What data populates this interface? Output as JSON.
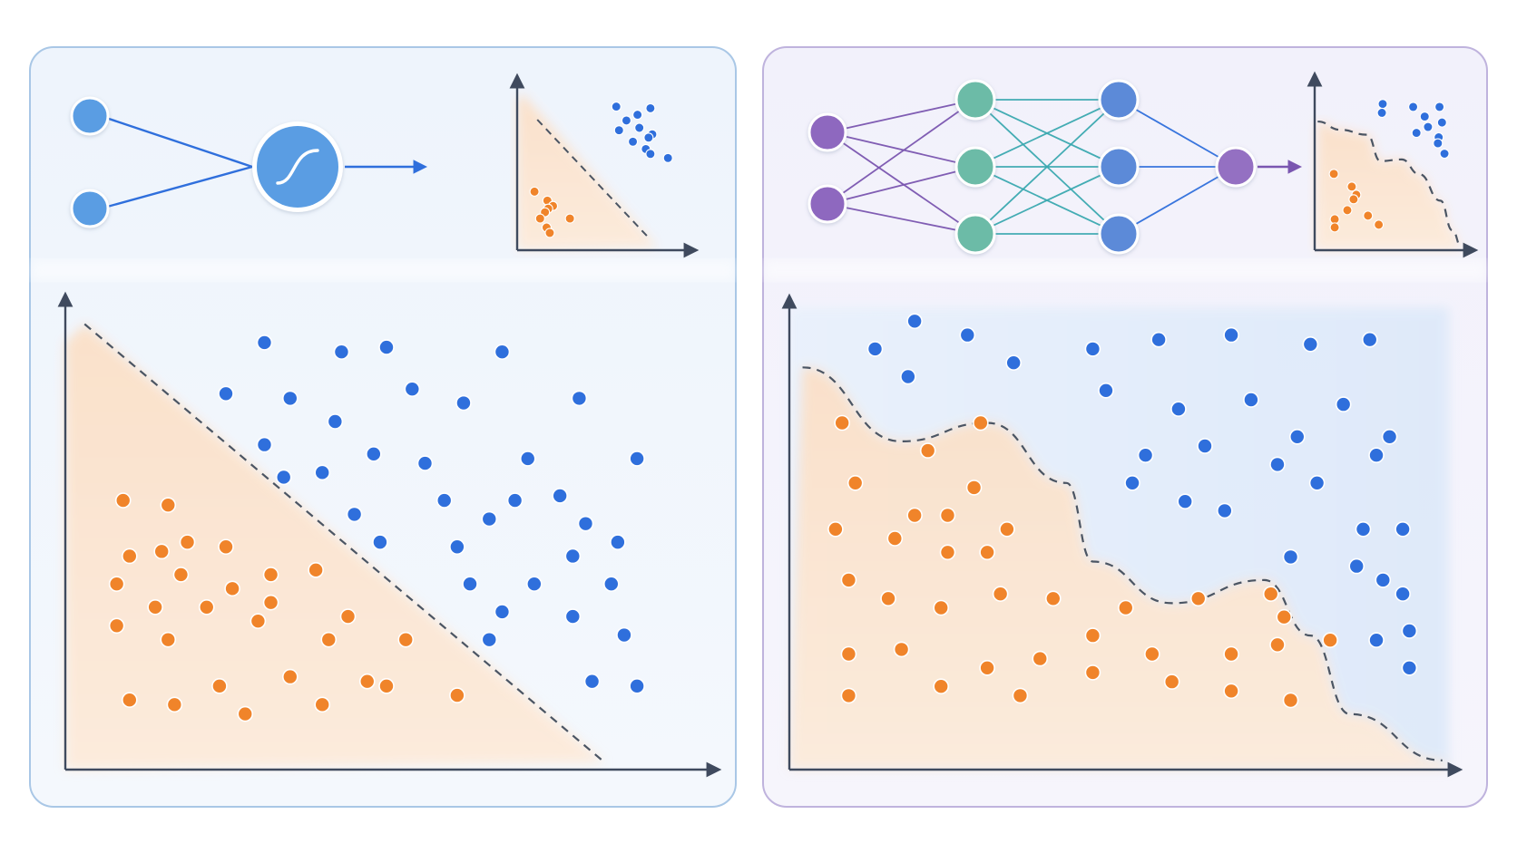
{
  "colors": {
    "class_a": "#2f6fdc",
    "class_b": "#f0842a",
    "boundary": "#4b5563",
    "axis": "#3f4a5e",
    "linear_panel_border": "#a9c7e6",
    "nonlinear_panel_border": "#bfb3dd",
    "linear_node": "#5a9de3",
    "input_node_purple": "#8e67bf",
    "hidden_node_green": "#6cbba7",
    "hidden_node_blue": "#5b8ad8",
    "output_node_purple": "#9470c2",
    "edge_blue": "#2f6fdc",
    "edge_purple": "#7a56b0",
    "edge_teal": "#3aa9b0"
  },
  "icons": {
    "activation": "sigmoid-curve-icon",
    "arrow": "arrow-right-icon"
  },
  "panels": [
    {
      "id": "linear",
      "network": {
        "layers": [
          2,
          1
        ]
      },
      "boundary": "linear",
      "class_a_points": [
        [
          0.31,
          0.92
        ],
        [
          0.43,
          0.9
        ],
        [
          0.5,
          0.91
        ],
        [
          0.68,
          0.9
        ],
        [
          0.25,
          0.81
        ],
        [
          0.35,
          0.8
        ],
        [
          0.54,
          0.82
        ],
        [
          0.62,
          0.79
        ],
        [
          0.8,
          0.8
        ],
        [
          0.42,
          0.75
        ],
        [
          0.31,
          0.7
        ],
        [
          0.48,
          0.68
        ],
        [
          0.56,
          0.66
        ],
        [
          0.72,
          0.67
        ],
        [
          0.89,
          0.67
        ],
        [
          0.34,
          0.63
        ],
        [
          0.4,
          0.64
        ],
        [
          0.59,
          0.58
        ],
        [
          0.7,
          0.58
        ],
        [
          0.77,
          0.59
        ],
        [
          0.45,
          0.55
        ],
        [
          0.66,
          0.54
        ],
        [
          0.81,
          0.53
        ],
        [
          0.86,
          0.49
        ],
        [
          0.49,
          0.49
        ],
        [
          0.61,
          0.48
        ],
        [
          0.79,
          0.46
        ],
        [
          0.63,
          0.4
        ],
        [
          0.73,
          0.4
        ],
        [
          0.85,
          0.4
        ],
        [
          0.68,
          0.34
        ],
        [
          0.79,
          0.33
        ],
        [
          0.66,
          0.28
        ],
        [
          0.87,
          0.29
        ],
        [
          0.82,
          0.19
        ],
        [
          0.89,
          0.18
        ]
      ],
      "class_b_points": [
        [
          0.09,
          0.58
        ],
        [
          0.16,
          0.57
        ],
        [
          0.19,
          0.49
        ],
        [
          0.25,
          0.48
        ],
        [
          0.1,
          0.46
        ],
        [
          0.15,
          0.47
        ],
        [
          0.32,
          0.42
        ],
        [
          0.08,
          0.4
        ],
        [
          0.18,
          0.42
        ],
        [
          0.26,
          0.39
        ],
        [
          0.39,
          0.43
        ],
        [
          0.14,
          0.35
        ],
        [
          0.22,
          0.35
        ],
        [
          0.32,
          0.36
        ],
        [
          0.44,
          0.33
        ],
        [
          0.08,
          0.31
        ],
        [
          0.16,
          0.28
        ],
        [
          0.3,
          0.32
        ],
        [
          0.41,
          0.28
        ],
        [
          0.53,
          0.28
        ],
        [
          0.1,
          0.15
        ],
        [
          0.17,
          0.14
        ],
        [
          0.24,
          0.18
        ],
        [
          0.35,
          0.2
        ],
        [
          0.47,
          0.19
        ],
        [
          0.28,
          0.12
        ],
        [
          0.4,
          0.14
        ],
        [
          0.5,
          0.18
        ],
        [
          0.61,
          0.16
        ]
      ]
    },
    {
      "id": "nonlinear",
      "network": {
        "layers": [
          2,
          3,
          3,
          1
        ]
      },
      "boundary": "nonlinear",
      "class_a_points": [
        [
          0.19,
          0.97
        ],
        [
          0.27,
          0.94
        ],
        [
          0.13,
          0.91
        ],
        [
          0.18,
          0.85
        ],
        [
          0.34,
          0.88
        ],
        [
          0.46,
          0.91
        ],
        [
          0.56,
          0.93
        ],
        [
          0.67,
          0.94
        ],
        [
          0.79,
          0.92
        ],
        [
          0.88,
          0.93
        ],
        [
          0.48,
          0.82
        ],
        [
          0.59,
          0.78
        ],
        [
          0.7,
          0.8
        ],
        [
          0.84,
          0.79
        ],
        [
          0.77,
          0.72
        ],
        [
          0.91,
          0.72
        ],
        [
          0.54,
          0.68
        ],
        [
          0.63,
          0.7
        ],
        [
          0.74,
          0.66
        ],
        [
          0.89,
          0.68
        ],
        [
          0.52,
          0.62
        ],
        [
          0.6,
          0.58
        ],
        [
          0.66,
          0.56
        ],
        [
          0.8,
          0.62
        ],
        [
          0.87,
          0.52
        ],
        [
          0.93,
          0.52
        ],
        [
          0.76,
          0.46
        ],
        [
          0.86,
          0.44
        ],
        [
          0.9,
          0.41
        ],
        [
          0.93,
          0.38
        ],
        [
          0.94,
          0.3
        ],
        [
          0.89,
          0.28
        ],
        [
          0.94,
          0.22
        ]
      ],
      "class_b_points": [
        [
          0.08,
          0.75
        ],
        [
          0.29,
          0.75
        ],
        [
          0.21,
          0.69
        ],
        [
          0.1,
          0.62
        ],
        [
          0.28,
          0.61
        ],
        [
          0.07,
          0.52
        ],
        [
          0.19,
          0.55
        ],
        [
          0.16,
          0.5
        ],
        [
          0.33,
          0.52
        ],
        [
          0.24,
          0.55
        ],
        [
          0.09,
          0.41
        ],
        [
          0.24,
          0.47
        ],
        [
          0.3,
          0.47
        ],
        [
          0.32,
          0.38
        ],
        [
          0.4,
          0.37
        ],
        [
          0.15,
          0.37
        ],
        [
          0.23,
          0.35
        ],
        [
          0.51,
          0.35
        ],
        [
          0.62,
          0.37
        ],
        [
          0.73,
          0.38
        ],
        [
          0.09,
          0.25
        ],
        [
          0.17,
          0.26
        ],
        [
          0.3,
          0.22
        ],
        [
          0.38,
          0.24
        ],
        [
          0.46,
          0.29
        ],
        [
          0.55,
          0.25
        ],
        [
          0.67,
          0.25
        ],
        [
          0.74,
          0.27
        ],
        [
          0.09,
          0.16
        ],
        [
          0.23,
          0.18
        ],
        [
          0.35,
          0.16
        ],
        [
          0.46,
          0.21
        ],
        [
          0.58,
          0.19
        ],
        [
          0.67,
          0.17
        ],
        [
          0.76,
          0.15
        ],
        [
          0.82,
          0.28
        ],
        [
          0.75,
          0.33
        ]
      ]
    }
  ]
}
